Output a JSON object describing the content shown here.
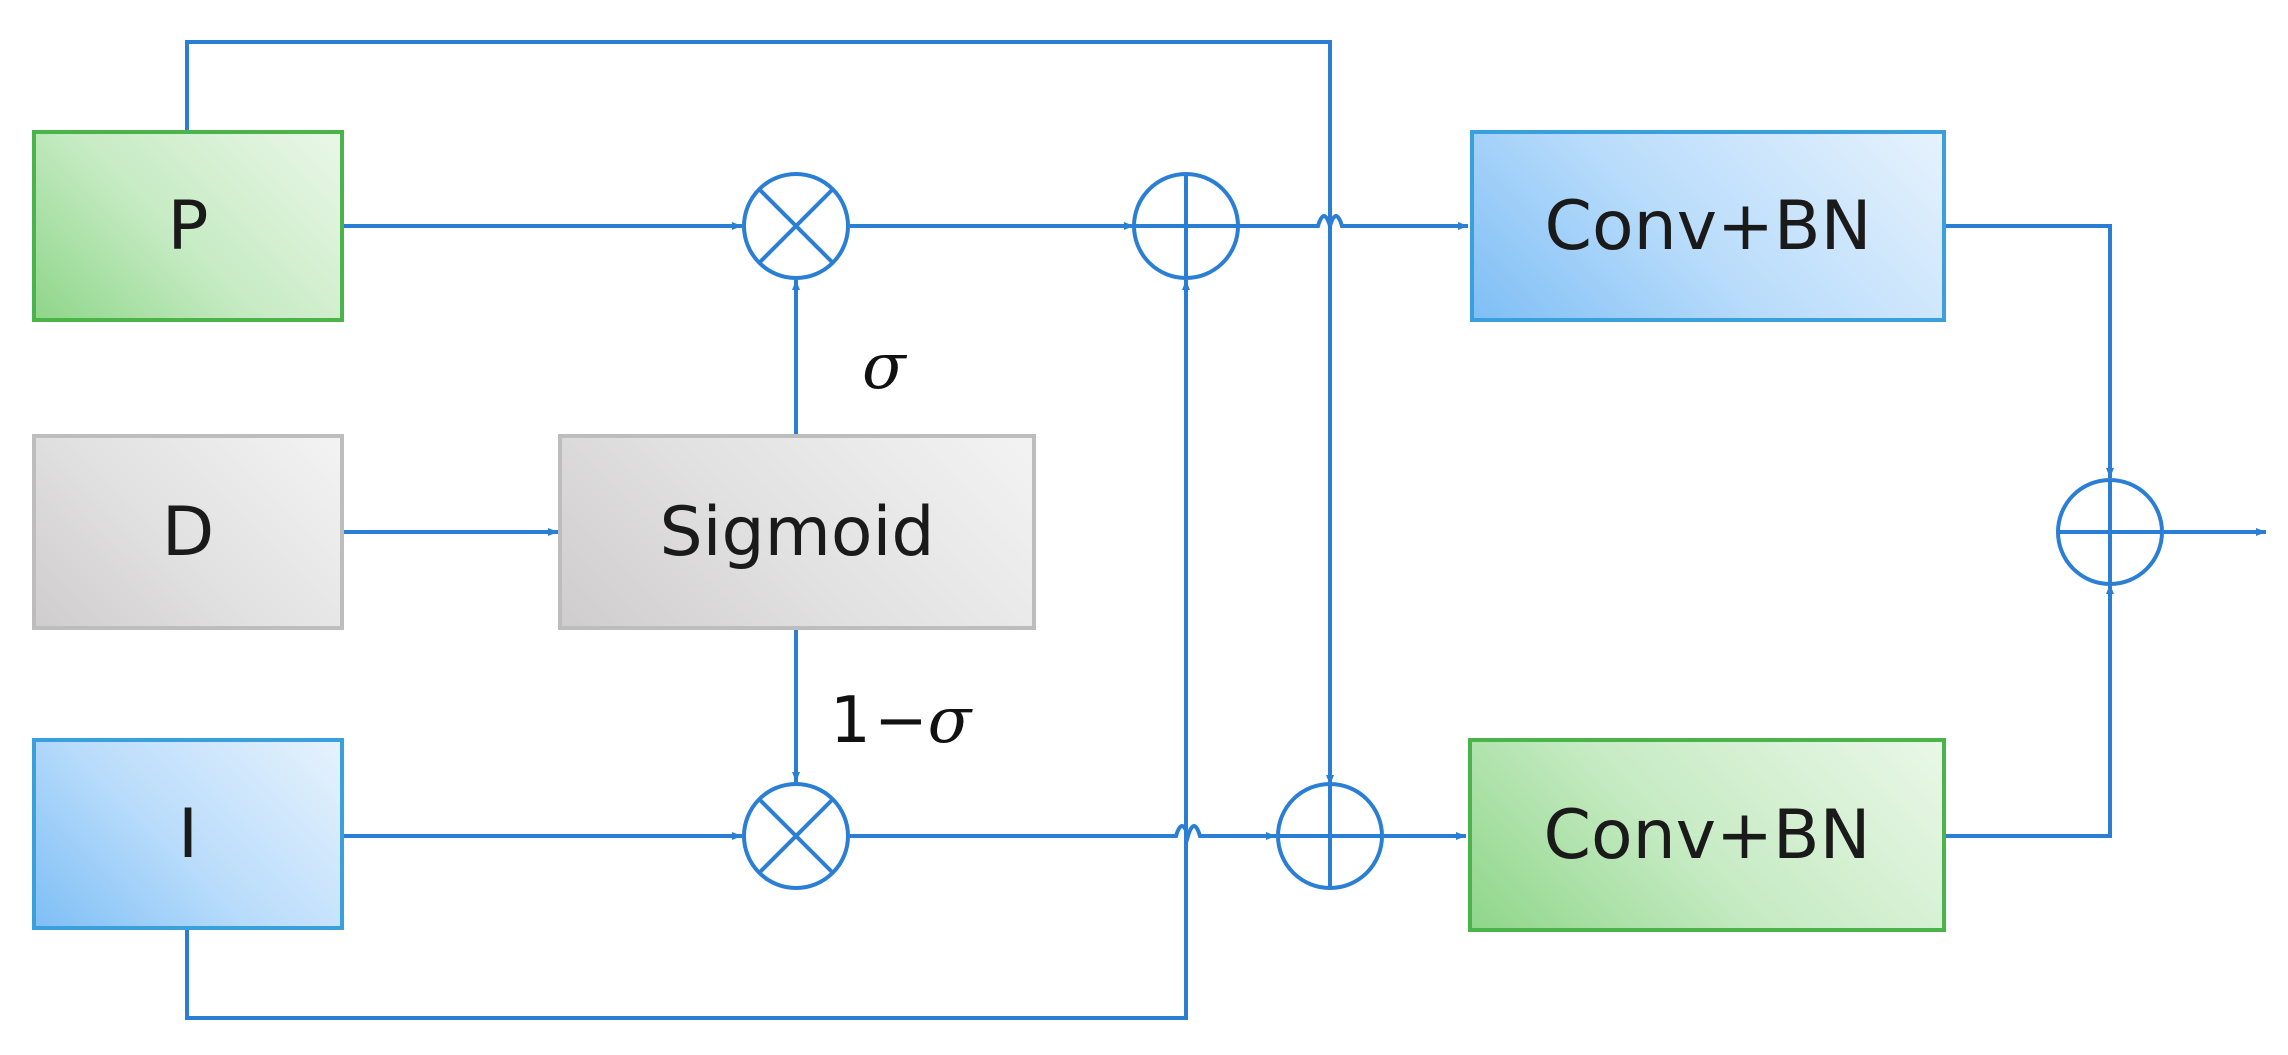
{
  "nodes": {
    "p": "P",
    "d": "D",
    "i": "I",
    "sigmoid": "Sigmoid",
    "conv_top": "Conv+BN",
    "conv_bottom": "Conv+BN"
  },
  "labels": {
    "sigma": "σ",
    "one": "1",
    "minus_sigma": "−σ"
  },
  "colors": {
    "line": "#2a7fd4",
    "green_border": "#4ab44a",
    "blue_border": "#3aa0dc",
    "gray_border": "#bdbdbd"
  }
}
